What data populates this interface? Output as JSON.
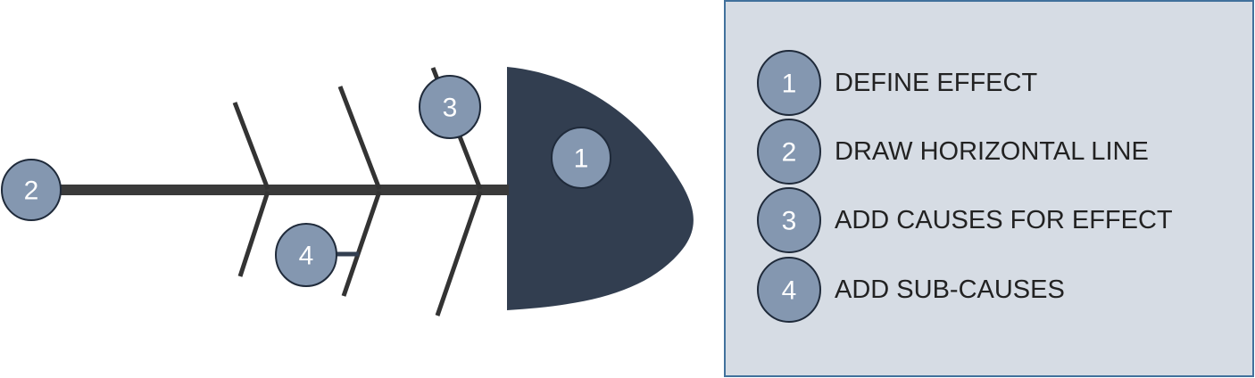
{
  "diagram": {
    "markers": {
      "effect": "1",
      "spine": "2",
      "cause": "3",
      "subcause": "4"
    }
  },
  "legend": {
    "items": [
      {
        "number": "1",
        "label": "DEFINE EFFECT"
      },
      {
        "number": "2",
        "label": "DRAW HORIZONTAL LINE"
      },
      {
        "number": "3",
        "label": "ADD CAUSES FOR EFFECT"
      },
      {
        "number": "4",
        "label": "ADD SUB-CAUSES"
      }
    ]
  },
  "colors": {
    "head": "#323e50",
    "marker": "#8497b0",
    "panel": "#d6dce4",
    "panel_border": "#41719c",
    "spine": "#3a3a3a"
  }
}
